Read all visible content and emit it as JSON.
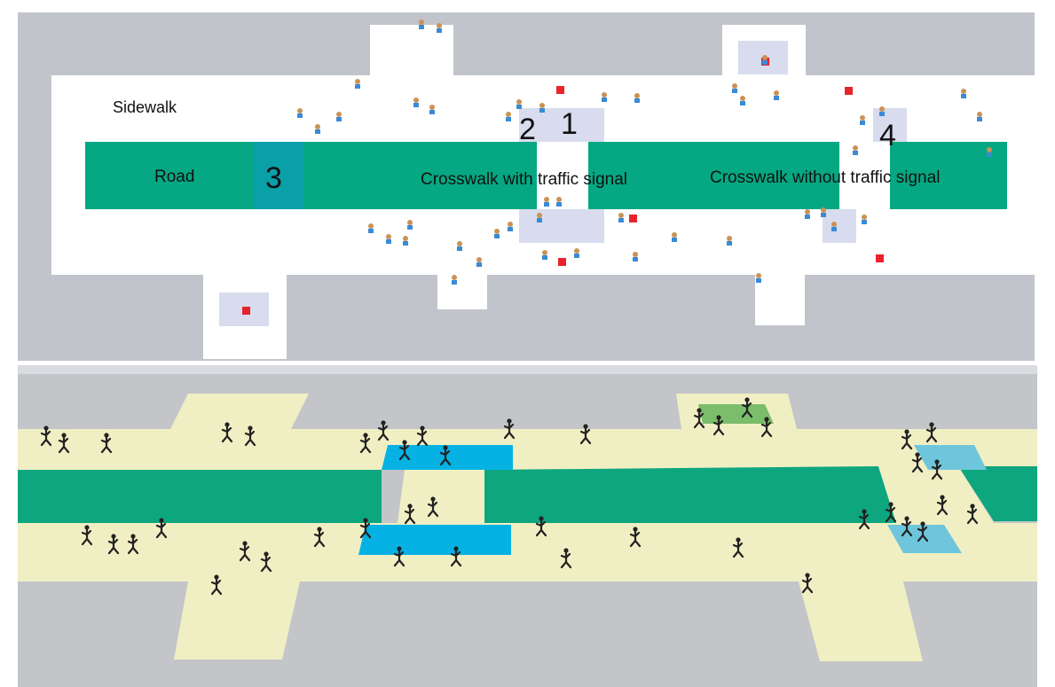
{
  "top_panel": {
    "labels": {
      "sidewalk": "Sidewalk",
      "road": "Road",
      "crosswalk_signal": "Crosswalk with traffic signal",
      "crosswalk_no_signal": "Crosswalk without traffic signal"
    },
    "markers": {
      "one": "1",
      "two": "2",
      "three": "3",
      "four": "4"
    }
  },
  "colors": {
    "ground": "#c2c4cc",
    "sidewalk": "#ffffff",
    "road": "#05a882",
    "zone_3": "#0aa0a8",
    "zone_light": "#d8dcee",
    "goal": "#e8232b",
    "sim_ground": "#c4c5c9",
    "sim_sidewalk": "#f0efc3",
    "sim_road": "#0ea67f",
    "sim_crossing": "#06b2e4",
    "sim_crossing_light": "#6fc6dc",
    "sim_goal": "#7abd6a",
    "agent": "#222222"
  },
  "icons": {
    "pedestrian": "pedestrian-icon",
    "goal": "goal-marker-icon",
    "walker": "walker-figure-icon"
  }
}
